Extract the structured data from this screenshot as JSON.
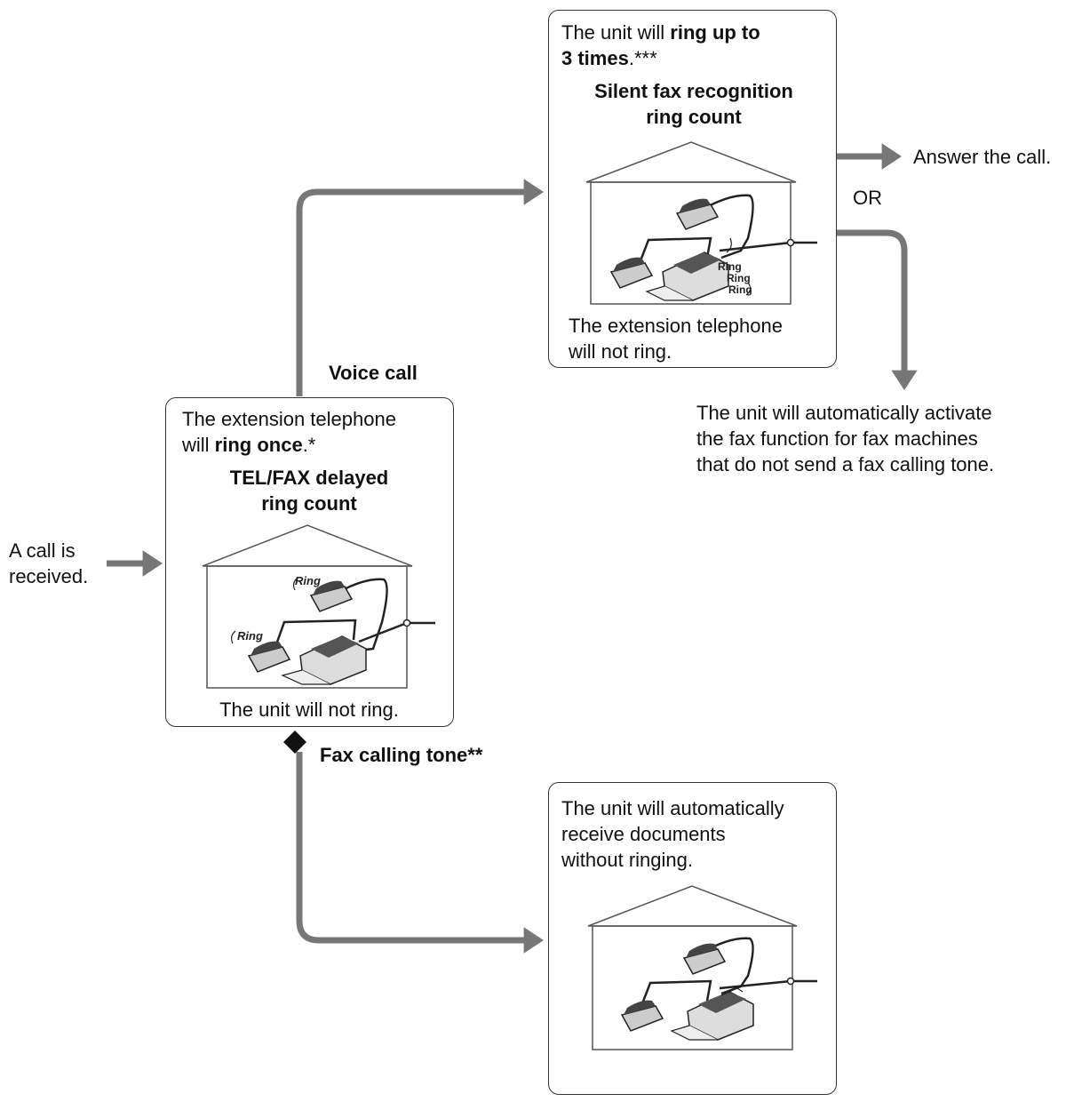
{
  "start": {
    "line1": "A call is",
    "line2": "received."
  },
  "center_box": {
    "line1": "The extension telephone",
    "line2_pre": "will ",
    "line2_bold": "ring once",
    "line2_post": ".*",
    "title1": "TEL/FAX delayed",
    "title2": "ring count",
    "ring1": "Ring",
    "ring2": "Ring",
    "caption": "The unit will not ring."
  },
  "voice_label": "Voice call",
  "fax_label": "Fax calling tone**",
  "top_box": {
    "line1_pre": "The unit will ",
    "line1_bold": "ring up to",
    "line2_bold": "3 times",
    "line2_post": ".***",
    "title1": "Silent fax recognition",
    "title2": "ring count",
    "rings": [
      "Ring",
      "Ring",
      "Ring"
    ],
    "caption1": "The extension telephone",
    "caption2": "will not ring."
  },
  "answer_label": "Answer the call.",
  "or_label": "OR",
  "auto_activate": {
    "line1": "The unit will automatically activate",
    "line2": "the fax function for fax machines",
    "line3": "that do not send a fax calling tone."
  },
  "bottom_box": {
    "line1": "The unit will automatically",
    "line2": "receive documents",
    "line3": "without ringing."
  },
  "colors": {
    "arrow": "#777777",
    "line": "#333333",
    "diamond": "#111111"
  }
}
